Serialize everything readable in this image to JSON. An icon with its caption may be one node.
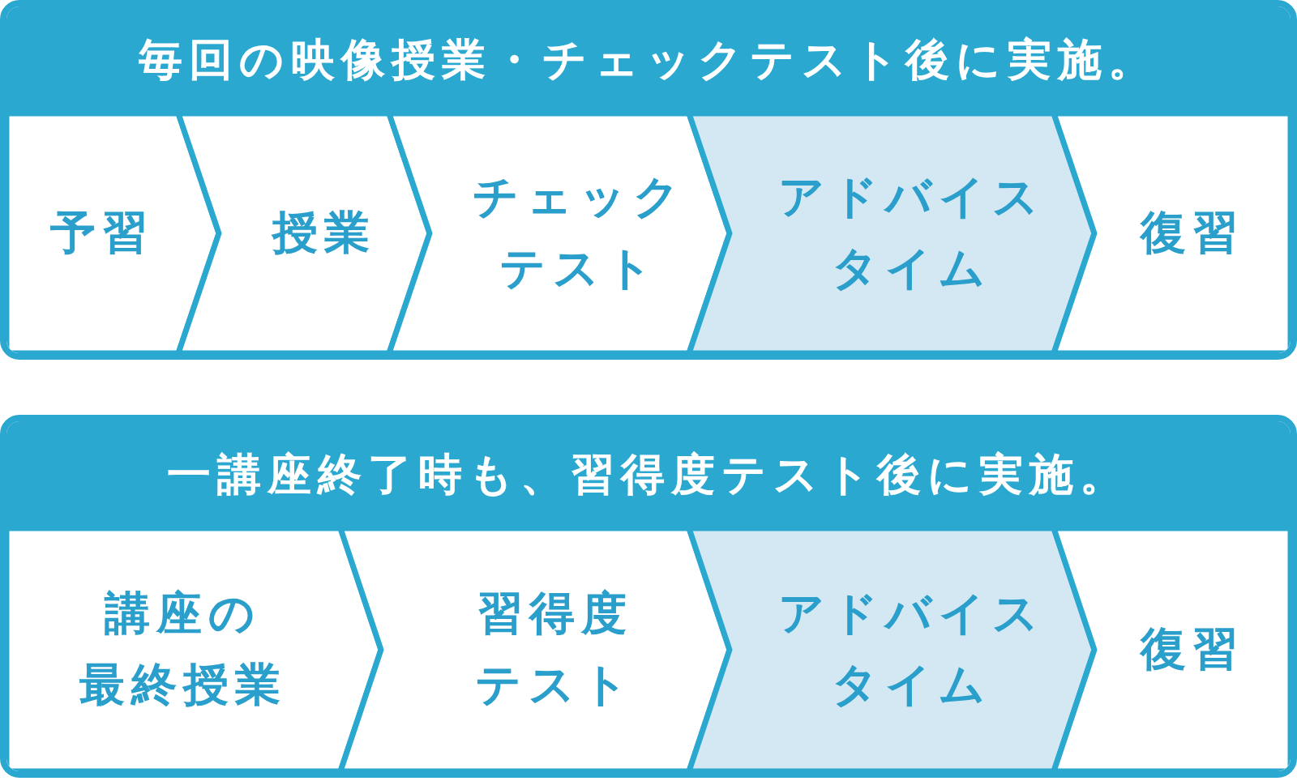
{
  "diagram": {
    "nodes": [
      {
        "text": [
          "毎回の映像授業・チェックテスト後に実施。"
        ]
      },
      {
        "text": [
          "予習"
        ],
        "in": 0
      },
      {
        "text": [
          "授業"
        ],
        "in": 0
      },
      {
        "text": [
          "チェックテスト"
        ],
        "in": 0
      },
      {
        "text": [
          "アドバイスタイム"
        ],
        "in": 0
      },
      {
        "text": [
          "復習"
        ],
        "in": 0
      },
      {
        "text": [
          "一講座終了時も、習得度テスト後に実施。"
        ]
      },
      {
        "text": [
          "講座の最終授業"
        ],
        "in": 6
      },
      {
        "text": [
          "習得度テスト"
        ],
        "in": 6
      },
      {
        "text": [
          "アドバイスタイム"
        ],
        "in": 6
      },
      {
        "text": [
          "復習"
        ],
        "in": 6
      }
    ]
  }
}
